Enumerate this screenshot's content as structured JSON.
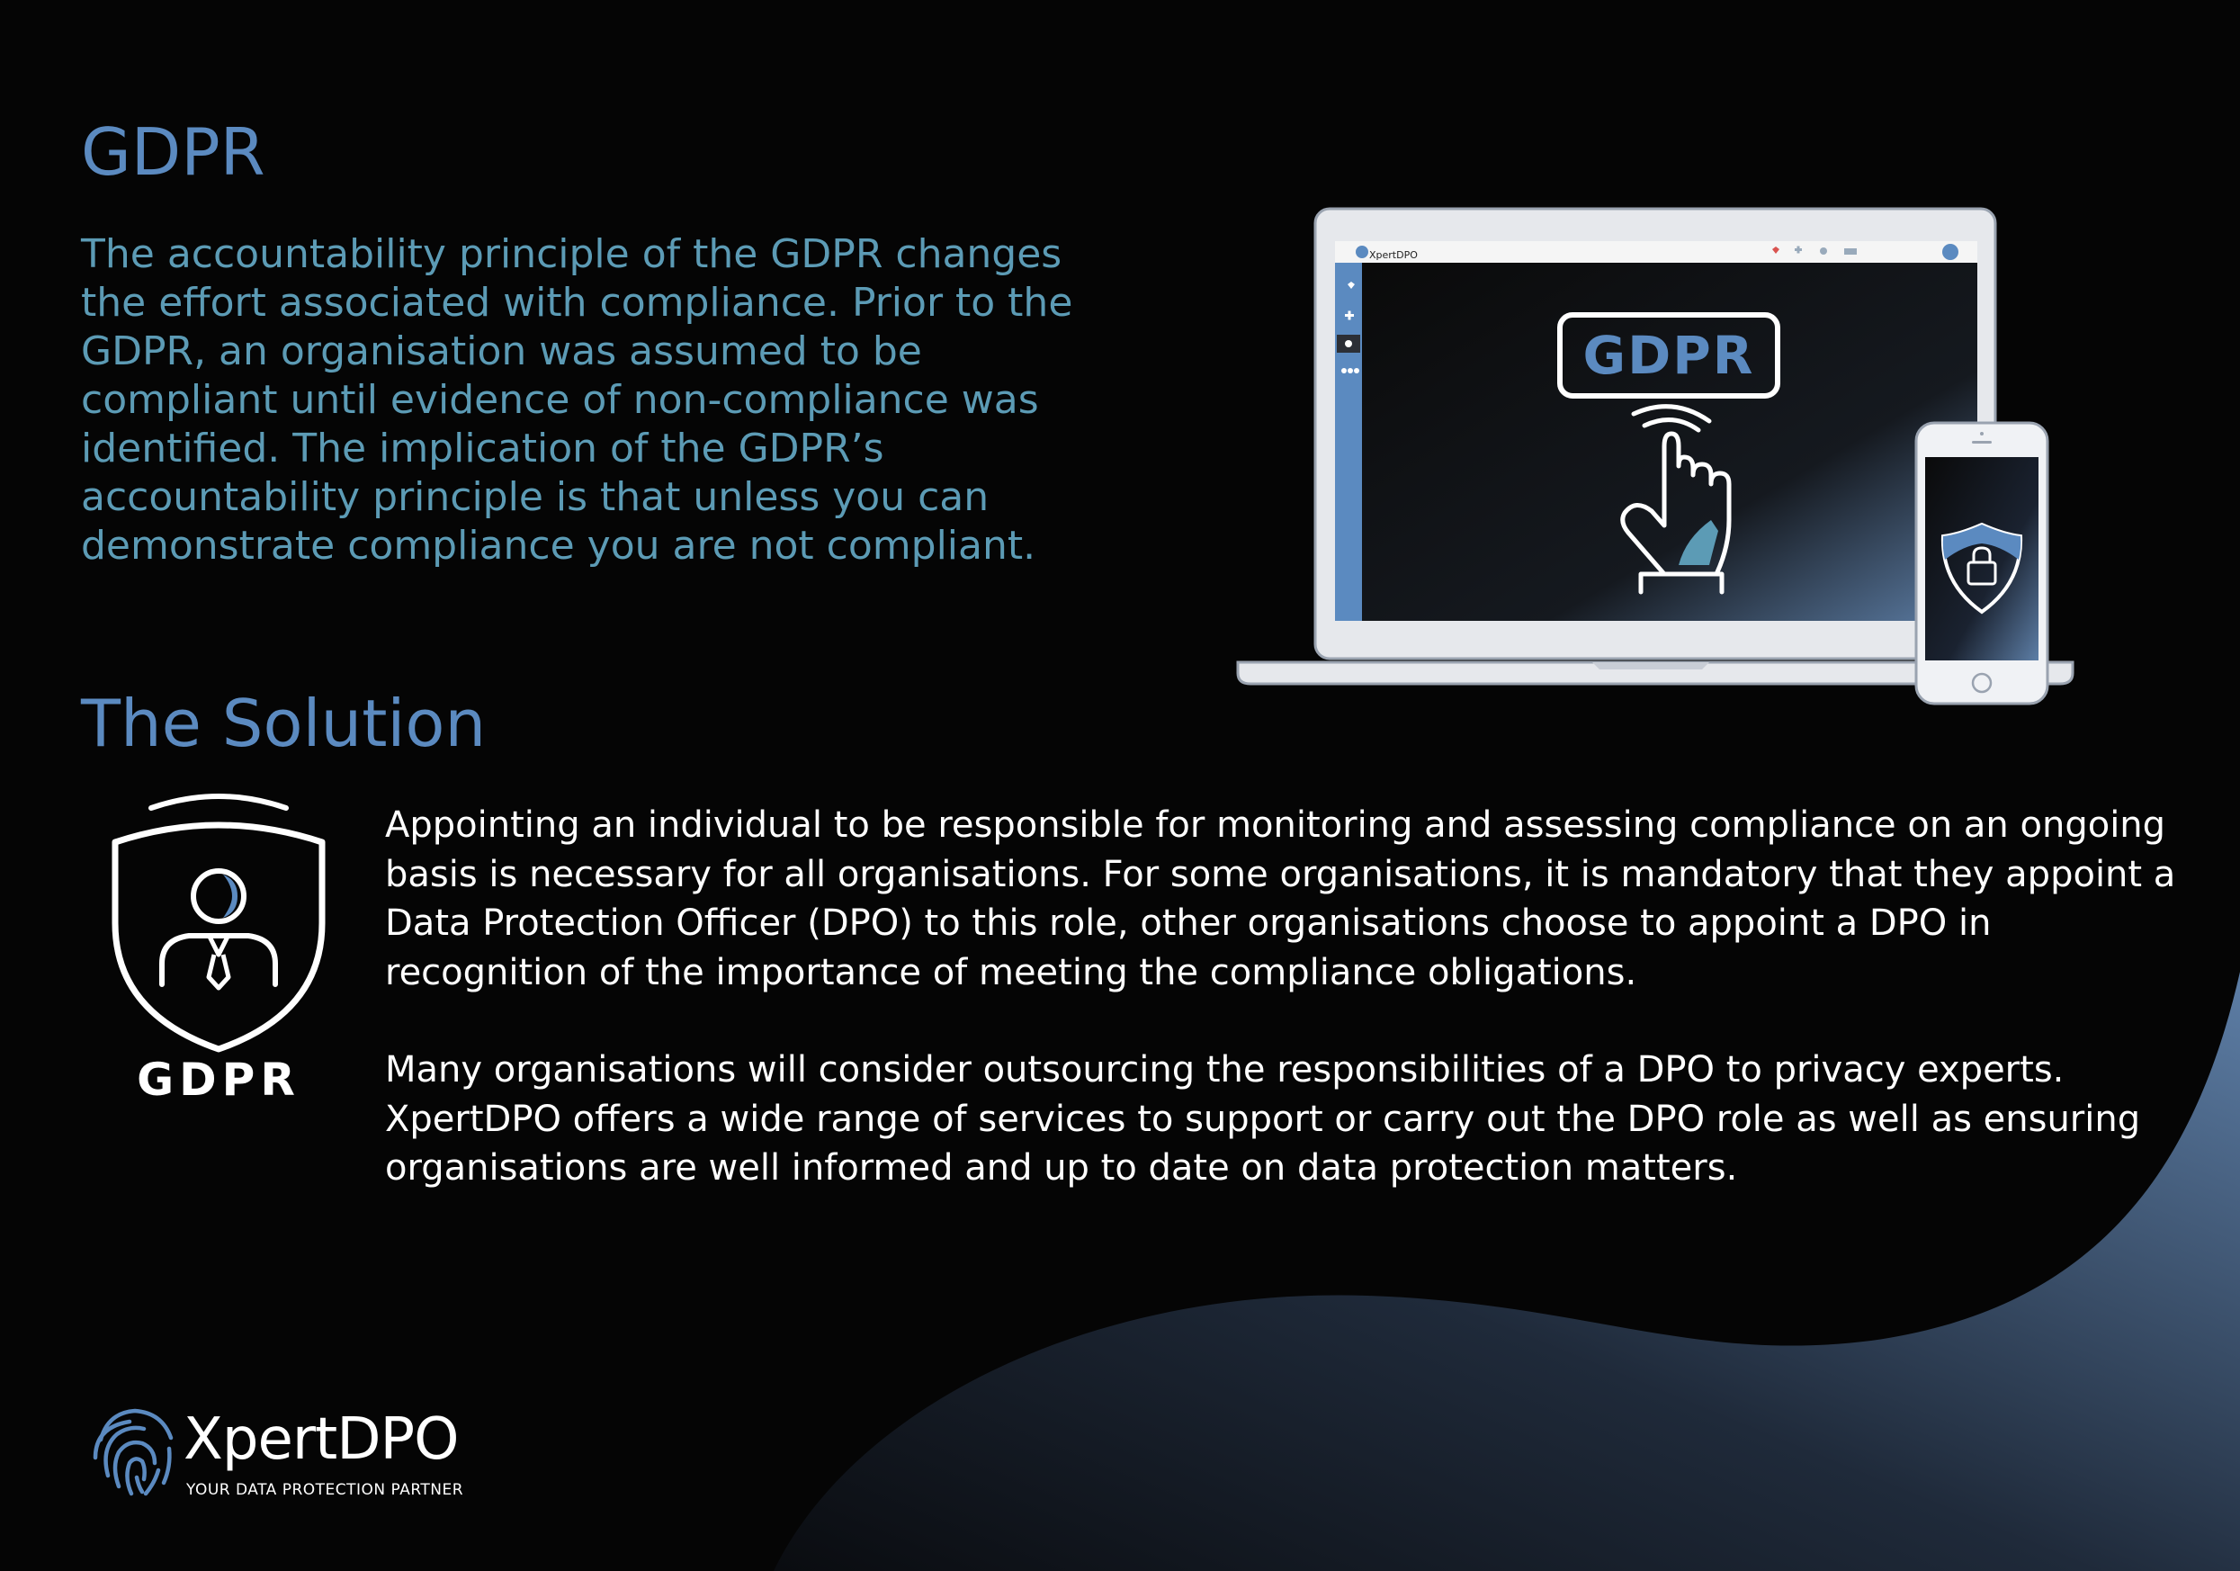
{
  "colors": {
    "background": "#050505",
    "accent_blue": "#5b8ac0",
    "teal_text": "#5c9bb5",
    "wave_light": "#5878a0"
  },
  "heading_gdpr": "GDPR",
  "intro_text": "The accountability principle of the GDPR changes the effort associated with compliance. Prior to the GDPR, an organisation was assumed to be compliant until evidence of non-compliance was identified. The implication of the GDPR’s accountability principle is that unless you can demonstrate compliance you are not compliant.",
  "heading_solution": "The Solution",
  "solution_paragraphs": [
    "Appointing an individual to be responsible for monitoring and assessing compliance on an ongoing basis is necessary for all organisations. For some organisations, it is mandatory that they appoint a Data Protection Officer (DPO) to this role, other organisations choose to appoint a DPO in recognition of the importance of meeting the compliance obligations.",
    "Many organisations will consider outsourcing the responsibilities of a DPO to privacy experts. XpertDPO offers a wide range of services to support or carry out the DPO role as well as ensuring organisations are well informed and up to date on data protection matters."
  ],
  "badge": {
    "label": "GDPR",
    "icon": "shield-person-icon"
  },
  "devices_illustration": {
    "app_brand": "XpertDPO",
    "screen_label": "GDPR",
    "icons": [
      "laptop-icon",
      "pointing-hand-icon",
      "phone-icon",
      "shield-lock-icon"
    ]
  },
  "logo": {
    "name": "XpertDPO",
    "tagline": "YOUR DATA PROTECTION PARTNER",
    "icon": "fingerprint-icon"
  }
}
